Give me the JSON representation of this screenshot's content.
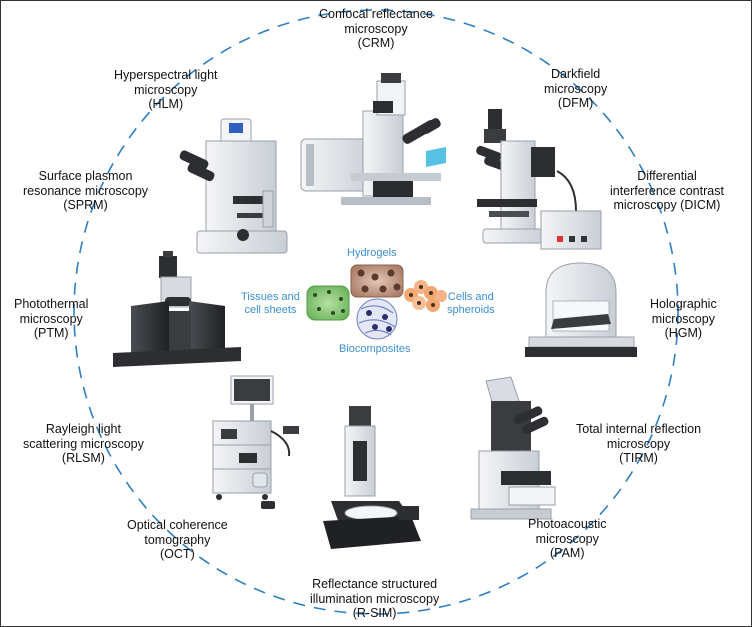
{
  "materials": {
    "hydrogels": "Hydrogels",
    "tissues": [
      "Tissues and",
      "cell sheets"
    ],
    "cells": [
      "Cells and",
      "spheroids"
    ],
    "biocomposites": "Biocomposites"
  },
  "techniques": [
    {
      "key": "crm",
      "lines": [
        "Confocal reflectance",
        "microscopy",
        "(CRM)"
      ]
    },
    {
      "key": "dfm",
      "lines": [
        "Darkfield",
        "microscopy",
        "(DFM)"
      ]
    },
    {
      "key": "dicm",
      "lines": [
        "Differential",
        "interference contrast",
        "microscopy (DICM)"
      ]
    },
    {
      "key": "hgm",
      "lines": [
        "Holographic",
        "microscopy",
        "(HGM)"
      ]
    },
    {
      "key": "tirm",
      "lines": [
        "Total internal reflection",
        "microscopy",
        "(TIRM)"
      ]
    },
    {
      "key": "pam",
      "lines": [
        "Photoacoustic",
        "microscopy",
        "(PAM)"
      ]
    },
    {
      "key": "rsim",
      "lines": [
        "Reflectance structured",
        "illumination microscopy",
        "(R-SIM)"
      ]
    },
    {
      "key": "oct",
      "lines": [
        "Optical coherence",
        "tomography",
        "(OCT)"
      ]
    },
    {
      "key": "rlsm",
      "lines": [
        "Rayleigh light",
        "scattering microscopy",
        "(RLSM)"
      ]
    },
    {
      "key": "ptm",
      "lines": [
        "Photothermal",
        "microscopy",
        "(PTM)"
      ]
    },
    {
      "key": "sprm",
      "lines": [
        "Surface plasmon",
        "resonance microscopy",
        "(SPRM)"
      ]
    },
    {
      "key": "hlm",
      "lines": [
        "Hyperspectral light",
        "microscopy",
        "(HLM)"
      ]
    }
  ],
  "colors": {
    "dash_circle": "#2f7fc4",
    "material_text": "#3d8fd1",
    "tissue_green": "#7cc36a",
    "cell_orange": "#f2a873",
    "hydrogel_brown": "#b98f77",
    "biocomposite_blue": "#7a8fd8",
    "instrument_gray": "#d9dde3",
    "instrument_dark": "#2d2f33"
  }
}
